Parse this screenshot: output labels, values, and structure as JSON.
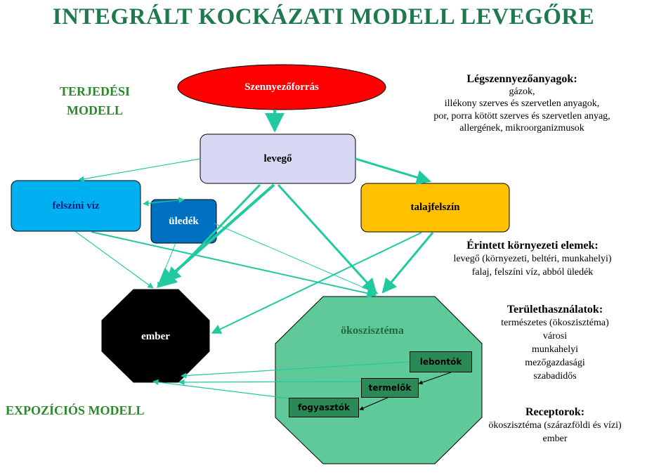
{
  "title": "INTEGRÁLT KOCKÁZATI MODELL LEVEGŐRE",
  "labels": {
    "terjedesi_line1": "TERJEDÉSI",
    "terjedesi_line2": "MODELL",
    "expozicios": "EXPOZÍCIÓS MODELL"
  },
  "nodes": {
    "source": "Szennyezőforrás",
    "air": "levegő",
    "surface_water": "felszíni víz",
    "sediment": "üledék",
    "soil": "talajfelszín",
    "human": "ember",
    "ecosystem": "ökoszisztéma",
    "decomposers": "lebontók",
    "producers": "termelők",
    "consumers": "fogyasztók"
  },
  "info": {
    "pollutants": {
      "heading": "Légszennyezőanyagok:",
      "lines": [
        "gázok,",
        "illékony szerves és szervetlen anyagok,",
        "por, porra kötött szerves és szervetlen anyag,",
        "allergének, mikroorganizmusok"
      ]
    },
    "affected": {
      "heading": "Érintett környezeti elemek:",
      "lines": [
        "levegő (környezeti, beltéri, munkahelyi)",
        "falaj, felszíni víz, abból üledék"
      ]
    },
    "landuse": {
      "heading": "Területhasználatok:",
      "lines": [
        "természetes (ökoszisztéma)",
        "városi",
        "munkahelyi",
        "mezőgazdasági",
        "szabadidős"
      ]
    },
    "receptors": {
      "heading": "Receptorok:",
      "lines": [
        "ökoszisztéma (szárazföldi és vízi)",
        "ember"
      ]
    }
  },
  "colors": {
    "title": "#1e7a4e",
    "label_green": "#2a8a2a",
    "arrow": "#20c9a0",
    "source_fill": "#ff0000",
    "air_fill": "#d8d8f4",
    "surface_water_fill": "#00b0f0",
    "sediment_fill": "#0070c0",
    "soil_fill": "#ffc000",
    "human_fill": "#000000",
    "ecosystem_fill": "#5fc99a",
    "inner_box_fill": "#2a8a55"
  }
}
